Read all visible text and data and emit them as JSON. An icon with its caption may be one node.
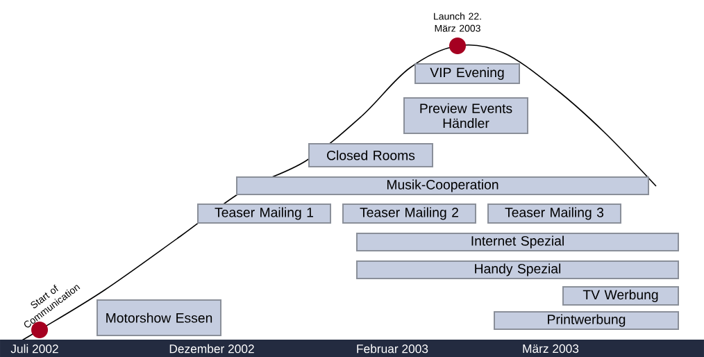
{
  "diagram": {
    "nodes": [
      {
        "text": [],
        "shape": "circle",
        "beside": [
          "Launch 22. März 2003"
        ]
      },
      {
        "text": [
          "VIP Evening"
        ]
      },
      {
        "text": [
          "Preview Events Händler"
        ]
      },
      {
        "text": [
          "Closed Rooms"
        ]
      },
      {
        "text": [
          "Musik-Cooperation"
        ]
      },
      {
        "text": [
          "Teaser Mailing 1"
        ]
      },
      {
        "text": [
          "Teaser Mailing 2"
        ]
      },
      {
        "text": [
          "Teaser Mailing 3"
        ]
      },
      {
        "text": [
          "Internet Spezial"
        ]
      },
      {
        "text": [
          "Handy Spezial"
        ]
      },
      {
        "text": [
          "TV Werbung"
        ]
      },
      {
        "text": [
          "Printwerbung"
        ]
      },
      {
        "text": [
          "Motorshow Essen"
        ]
      },
      {
        "text": [],
        "shape": "circle",
        "beside": [
          "Start of Communication"
        ]
      }
    ],
    "labels": [
      "Juli 2002",
      "Dezember  2002",
      "Februar 2003",
      "März 2003"
    ]
  }
}
